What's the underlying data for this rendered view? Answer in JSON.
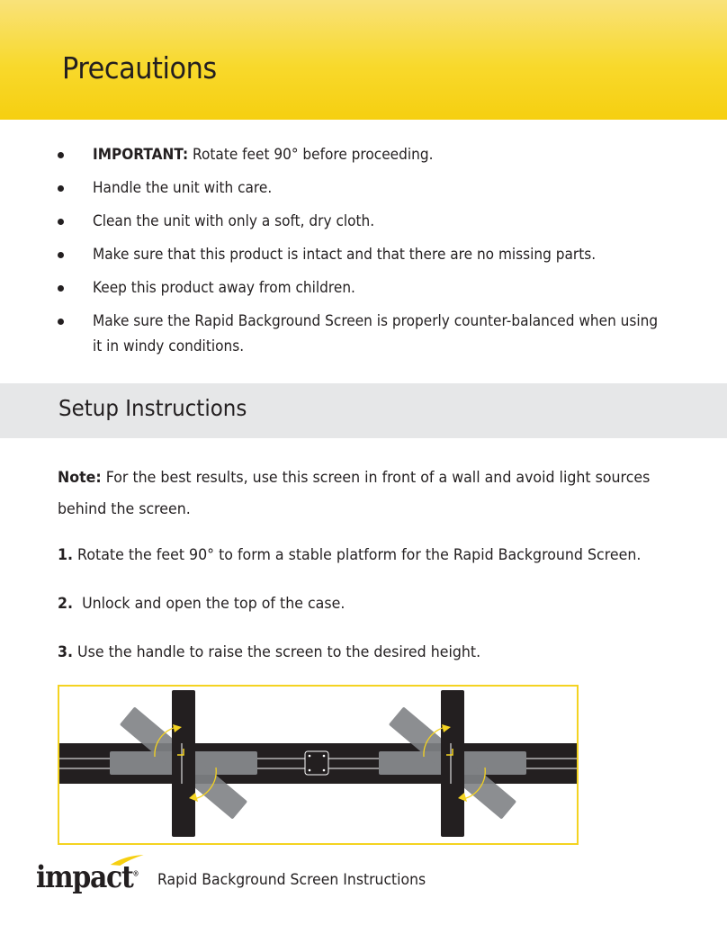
{
  "header": {
    "title": "Precautions"
  },
  "precautions": [
    {
      "bold": "IMPORTANT:",
      "text": " Rotate feet 90° before proceeding."
    },
    {
      "bold": "",
      "text": "Handle the unit with care."
    },
    {
      "bold": "",
      "text": "Clean the unit with only a soft, dry cloth."
    },
    {
      "bold": "",
      "text": "Make sure that this product is intact and that there are no missing parts."
    },
    {
      "bold": "",
      "text": "Keep this product away from children."
    },
    {
      "bold": "",
      "text": "Make sure the Rapid Background Screen is properly counter-balanced when using it in windy conditions."
    }
  ],
  "setup": {
    "title": "Setup Instructions",
    "note_label": "Note:",
    "note_text": " For the best results, use this screen in front of a wall and avoid light sources behind the screen.",
    "steps": [
      {
        "num": "1.",
        "text": " Rotate the feet 90° to form a stable platform for the Rapid Background Screen."
      },
      {
        "num": "2.",
        "text": "  Unlock and open the top of the case."
      },
      {
        "num": "3.",
        "text": " Use the handle to raise the screen to the desired height."
      }
    ]
  },
  "footer": {
    "logo_text": "impact",
    "logo_mark": "®",
    "doc_title": "Rapid Background Screen Instructions"
  },
  "colors": {
    "brand_yellow": "#f8d92c",
    "diagram_border": "#f4d321",
    "section_gray": "#e6e7e8"
  }
}
